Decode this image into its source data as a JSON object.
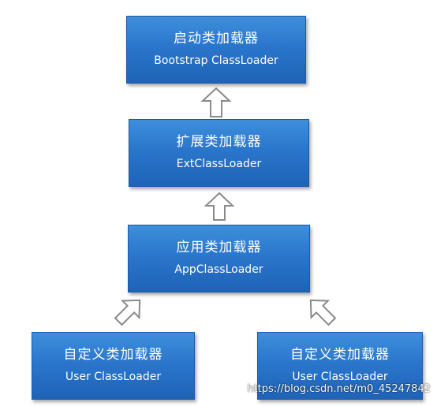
{
  "nodes": {
    "bootstrap": {
      "title": "启动类加载器",
      "subtitle": "Bootstrap ClassLoader"
    },
    "ext": {
      "title": "扩展类加载器",
      "subtitle": "ExtClassLoader"
    },
    "app": {
      "title": "应用类加载器",
      "subtitle": "AppClassLoader"
    },
    "user_left": {
      "title": "自定义类加载器",
      "subtitle": "User ClassLoader"
    },
    "user_right": {
      "title": "自定义类加载器",
      "subtitle": "User ClassLoader"
    }
  },
  "watermark": "https://blog.csdn.net/m0_45247842",
  "colors": {
    "box_fill": "#2a76cc",
    "box_border": "#1a5aa8",
    "text": "#ffffff",
    "arrow_stroke": "#8a8a8a"
  }
}
